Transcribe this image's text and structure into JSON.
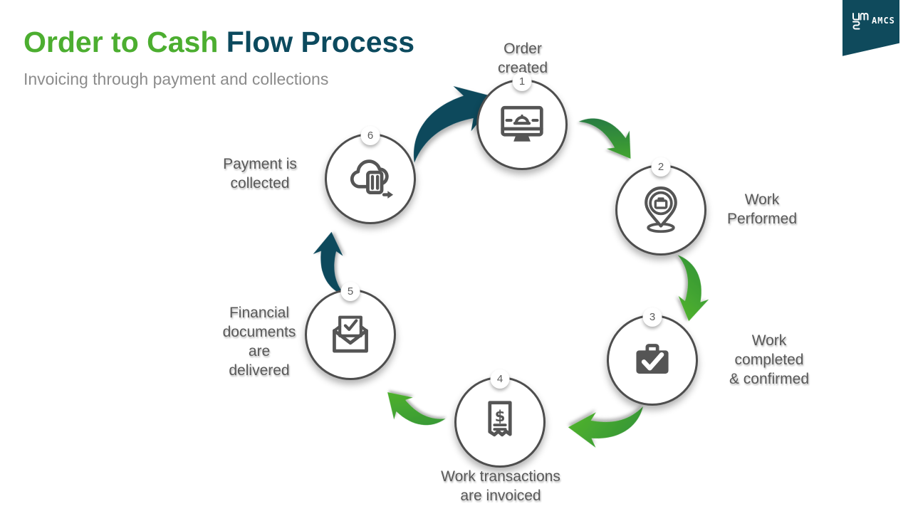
{
  "header": {
    "title_accent": "Order to Cash",
    "title_rest": " Flow Process",
    "subtitle": "Invoicing through payment and collections"
  },
  "logo": {
    "brand": "AMCS"
  },
  "colors": {
    "accent_green": "#4CAE30",
    "dark_teal": "#0C4A5E",
    "arrow_green": "#4FB12D",
    "arrow_green_dark": "#1C6B4A",
    "arrow_teal": "#10485B",
    "label_gray": "#595959",
    "icon_gray": "#555555"
  },
  "diagram": {
    "direction": "clockwise",
    "steps": [
      {
        "number": "1",
        "label": "Order\ncreated",
        "icon": "monitor-order-icon"
      },
      {
        "number": "2",
        "label": "Work\nPerformed",
        "icon": "location-pin-briefcase-icon"
      },
      {
        "number": "3",
        "label": "Work\ncompleted\n& confirmed",
        "icon": "briefcase-check-icon"
      },
      {
        "number": "4",
        "label": "Work transactions\nare invoiced",
        "icon": "invoice-receipt-icon"
      },
      {
        "number": "5",
        "label": "Financial\ndocuments\nare\ndelivered",
        "icon": "envelope-check-icon"
      },
      {
        "number": "6",
        "label": "Payment is\ncollected",
        "icon": "cloud-payment-icon"
      }
    ]
  }
}
